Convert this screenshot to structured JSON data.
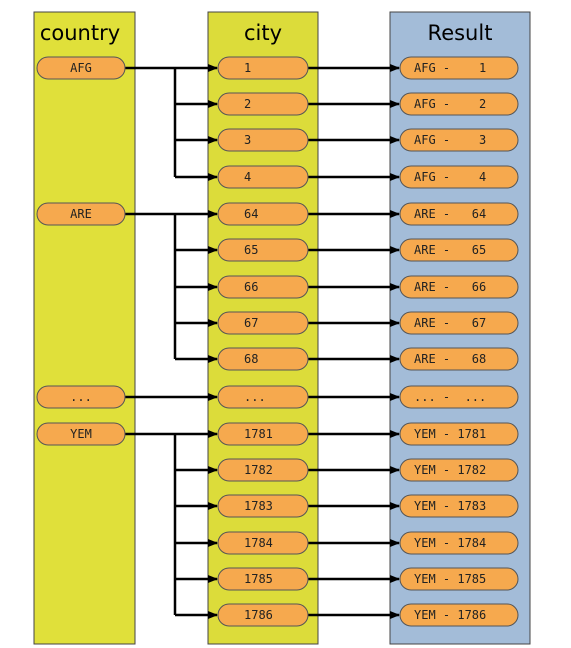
{
  "columns": {
    "country": "country",
    "city": "city",
    "result": "Result"
  },
  "colors": {
    "country_bg": "#e0e03a",
    "city_bg": "#dcdc3a",
    "result_bg": "#a3bcd8",
    "pill_fill": "#f6a94e",
    "arrow": "#000000"
  },
  "countries": [
    "AFG",
    "ARE",
    "...",
    "YEM"
  ],
  "rows": [
    {
      "country": "AFG",
      "city": "1",
      "result": "AFG -    1"
    },
    {
      "country": "AFG",
      "city": "2",
      "result": "AFG -    2"
    },
    {
      "country": "AFG",
      "city": "3",
      "result": "AFG -    3"
    },
    {
      "country": "AFG",
      "city": "4",
      "result": "AFG -    4"
    },
    {
      "country": "ARE",
      "city": "64",
      "result": "ARE -   64"
    },
    {
      "country": "ARE",
      "city": "65",
      "result": "ARE -   65"
    },
    {
      "country": "ARE",
      "city": "66",
      "result": "ARE -   66"
    },
    {
      "country": "ARE",
      "city": "67",
      "result": "ARE -   67"
    },
    {
      "country": "ARE",
      "city": "68",
      "result": "ARE -   68"
    },
    {
      "country": "...",
      "city": "...",
      "result": "... -  ..."
    },
    {
      "country": "YEM",
      "city": "1781",
      "result": "YEM - 1781"
    },
    {
      "country": "YEM",
      "city": "1782",
      "result": "YEM - 1782"
    },
    {
      "country": "YEM",
      "city": "1783",
      "result": "YEM - 1783"
    },
    {
      "country": "YEM",
      "city": "1784",
      "result": "YEM - 1784"
    },
    {
      "country": "YEM",
      "city": "1785",
      "result": "YEM - 1785"
    },
    {
      "country": "YEM",
      "city": "1786",
      "result": "YEM - 1786"
    }
  ]
}
